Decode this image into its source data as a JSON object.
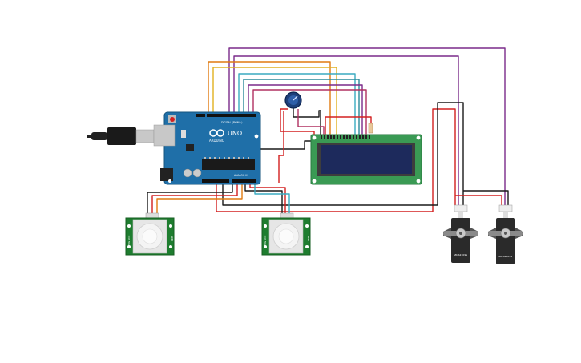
{
  "arduino": {
    "brand": "ARDUINO",
    "model": "UNO",
    "digital_label": "DIGITAL (PWM~)",
    "analog_label": "ANALOG IN"
  },
  "sensors": [
    {
      "side_text_left": "SIG VCC",
      "side_text_right": "GND"
    },
    {
      "side_text_left": "SIG VCC",
      "side_text_right": "GND"
    }
  ],
  "servos": [
    {
      "model": "SM-S2309S"
    },
    {
      "model": "SM-S2309S"
    }
  ],
  "colors": {
    "board": "#1f6fa8",
    "lcd_pcb": "#3a9a54",
    "lcd_screen": "#1d2a5c",
    "pir_pcb": "#1e7d2f",
    "servo_body": "#2a2a2a",
    "wire_red": "#d32020",
    "wire_black": "#1a1a1a",
    "wire_purple": "#7a2a8a",
    "wire_orange": "#e07a10",
    "wire_yellow": "#e0b020",
    "wire_cyan": "#3aaac0",
    "wire_magenta": "#b03060"
  },
  "icons": {
    "usb_cable": "usb-cable-icon",
    "potentiometer": "potentiometer-icon"
  }
}
